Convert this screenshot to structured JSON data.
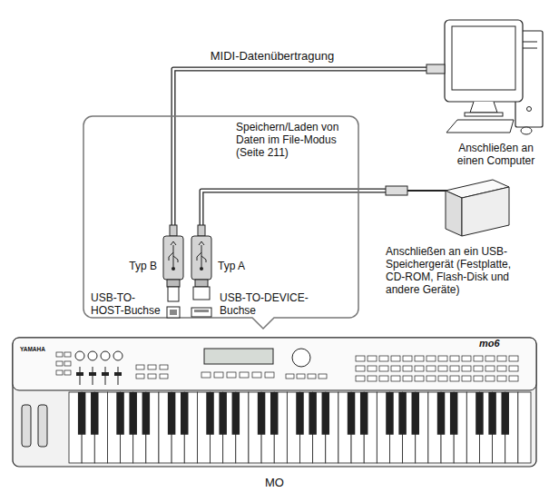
{
  "diagram": {
    "nodes": [
      {
        "text": [
          "Anschließen an einen Computer"
        ]
      },
      {
        "text": [
          "Speichern/Laden von Daten im File-Modus (Seite 211)"
        ]
      },
      {
        "text": [
          "Typ B"
        ],
        "in": 1
      },
      {
        "text": [
          "Typ A"
        ],
        "in": 1
      },
      {
        "text": [
          "Anschließen an ein USB-Speichergerät (Festplatte, CD-ROM, Flash-Disk und andere Geräte)"
        ]
      },
      {
        "text": [
          "MO"
        ]
      }
    ],
    "edges": [
      {
        "from": 0,
        "to": 2,
        "label": "MIDI-Datenübertragung",
        "arrow": "none"
      },
      {
        "from": 4,
        "to": 3,
        "arrow": "none"
      }
    ],
    "labels": [
      "USB-TO-HOST-Buchse",
      "USB-TO-DEVICE-Buchse",
      "YAMAHA",
      "mo6"
    ]
  }
}
